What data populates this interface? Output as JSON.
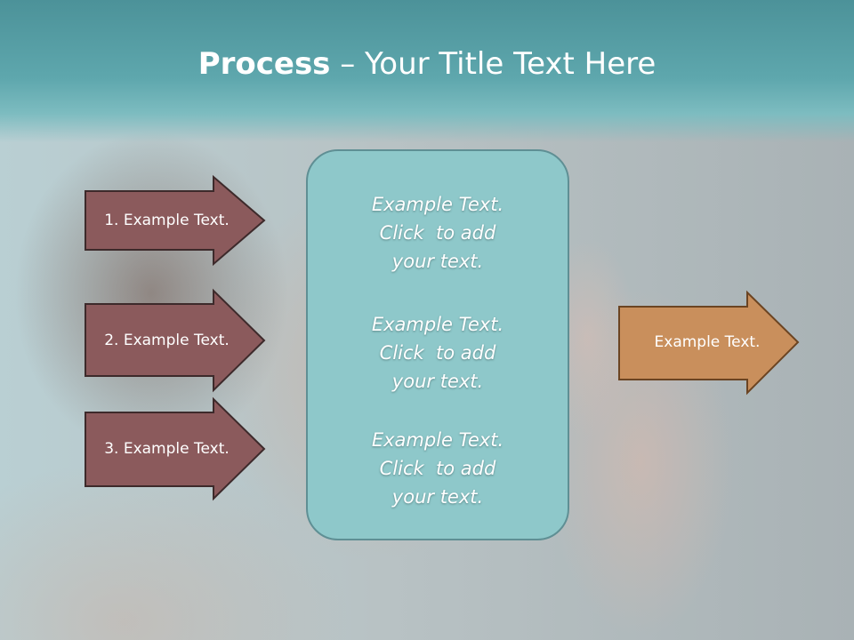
{
  "slide": {
    "title_bold": "Process",
    "title_rest": " – Your Title Text Here"
  },
  "left_arrows": [
    {
      "label": "1. Example Text."
    },
    {
      "label": "2. Example Text."
    },
    {
      "label": "3. Example Text."
    }
  ],
  "center_box": {
    "items": [
      {
        "lines": [
          "Example Text.",
          "Click  to add",
          "your text."
        ]
      },
      {
        "lines": [
          "Example Text.",
          "Click  to add",
          "your text."
        ]
      },
      {
        "lines": [
          "Example Text.",
          "Click  to add",
          "your text."
        ]
      }
    ]
  },
  "right_arrow": {
    "label": "Example Text."
  },
  "colors": {
    "left_arrow_fill": "#8b5a5c",
    "left_arrow_stroke": "#3d2a2b",
    "right_arrow_fill": "#c98f5c",
    "right_arrow_stroke": "#6b4422",
    "center_box_fill": "#8ec8ca",
    "header": "#5ea7ad"
  }
}
